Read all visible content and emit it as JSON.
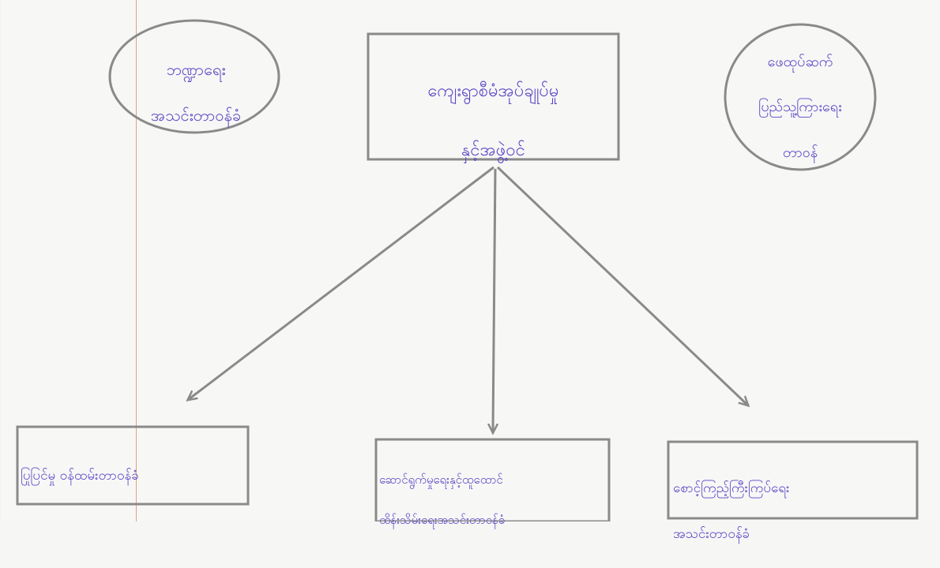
{
  "nodes": {
    "center": {
      "lines": [
        "ကျေးရွာစီမံအုပ်ချုပ်မှု",
        "နှင့်အဖွဲ့ဝင်"
      ]
    },
    "left_oval": {
      "lines": [
        "ဘဏ္ဍာရေး",
        "အသင်းတာဝန်ခံ"
      ]
    },
    "right_oval": {
      "lines": [
        "ဖေထုပ်ဆက်",
        "ပြည်သူ့ကြားရေး",
        "တာဝန်"
      ]
    },
    "bottom_left": {
      "lines": [
        "ပြုပြင်မှု ဝန်ထမ်းတာဝန်ခံ"
      ]
    },
    "bottom_center": {
      "lines": [
        "ဆောင်ရွက်မှုရေးနှင့်ထူထောင်",
        "ထိန်းသိမ်းရေးအသင်းတာဝန်ခံ"
      ]
    },
    "bottom_right": {
      "lines": [
        "စောင့်ကြည့်ကြီးကြပ်ရေး",
        "အသင်းတာဝန်ခံ"
      ]
    }
  },
  "colors": {
    "ink": "#5b45c4",
    "pencil": "#8a8a8a",
    "margin": "#e2a27a",
    "paper": "#f7f7f6"
  }
}
